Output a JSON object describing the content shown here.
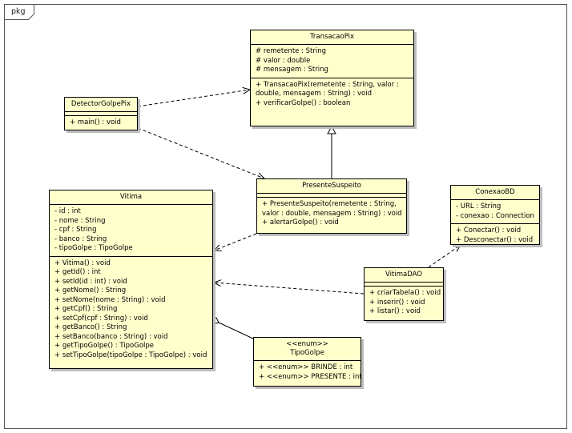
{
  "package": {
    "label": "pkg"
  },
  "classes": {
    "transacao": {
      "name": "TransacaoPix",
      "attributes": [
        "# remetente : String",
        "# valor : double",
        "# mensagem : String"
      ],
      "operations": [
        "+ TransacaoPix(remetente : String, valor : double, mensagem : String) : void",
        "+ verificarGolpe() : boolean"
      ]
    },
    "detector": {
      "name": "DetectorGolpePix",
      "attributes": [],
      "operations": [
        "+ main() : void"
      ]
    },
    "presente": {
      "name": "PresenteSuspeito",
      "attributes": [],
      "operations": [
        "+ PresenteSuspeito(remetente : String, valor : double, mensagem : String) : void",
        "+ alertarGolpe() : void"
      ]
    },
    "vitima": {
      "name": "Vitima",
      "attributes": [
        "- id : int",
        "- nome : String",
        "- cpf : String",
        "- banco : String",
        "- tipoGolpe : TipoGolpe"
      ],
      "operations": [
        "+ Vitima() : void",
        "+ getId() : int",
        "+ setId(id : int) : void",
        "+ getNome() : String",
        "+ setNome(nome : String) : void",
        "+ getCpf() : String",
        "+ setCpf(cpf : String) : void",
        "+ getBanco() : String",
        "+ setBanco(banco : String) : void",
        "+ getTipoGolpe() : TipoGolpe",
        "+ setTipoGolpe(tipoGolpe : TipoGolpe) : void"
      ]
    },
    "conexao": {
      "name": "ConexaoBD",
      "attributes": [
        "- URL : String",
        "- conexao : Connection"
      ],
      "operations": [
        "+ Conectar() : void",
        "+ Desconectar() : void"
      ]
    },
    "vitimadao": {
      "name": "VitimaDAO",
      "attributes": [],
      "operations": [
        "+ criarTabela() : void",
        "+ inserir() : void",
        "+ listar() : void"
      ]
    },
    "tipogolpe": {
      "stereotype": "<<enum>>",
      "name": "TipoGolpe",
      "attributes": [
        "+ <<enum>> BRINDE : int",
        "+ <<enum>> PRESENTE : int"
      ],
      "operations": []
    }
  }
}
